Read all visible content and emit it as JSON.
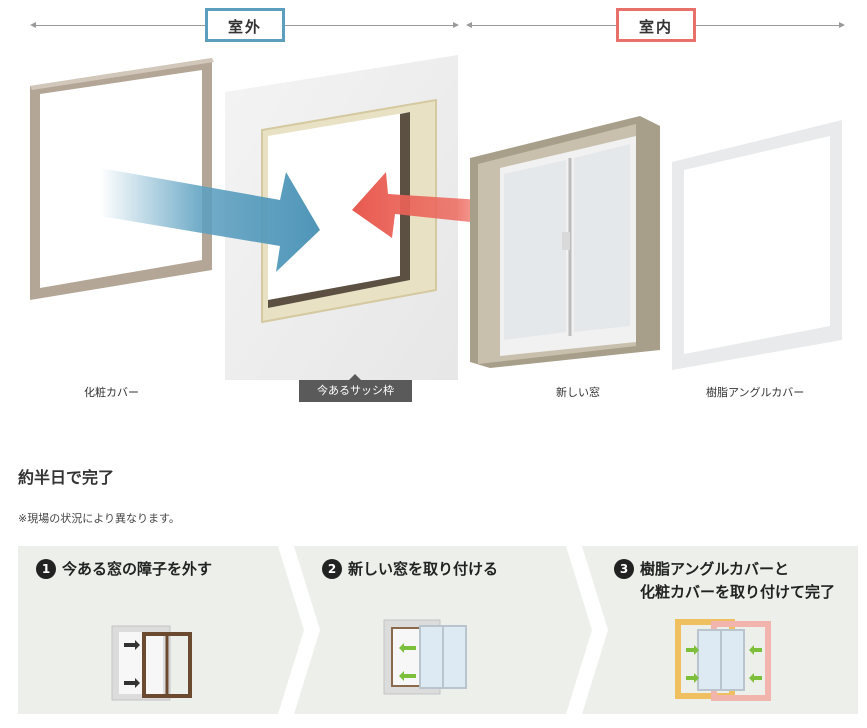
{
  "header": {
    "outdoor_label": "室外",
    "indoor_label": "室内"
  },
  "diagram": {
    "parts": [
      {
        "caption": "化粧カバー"
      },
      {
        "caption": "今あるサッシ枠"
      },
      {
        "caption": "新しい窓"
      },
      {
        "caption": "樹脂アングルカバー"
      }
    ],
    "colors": {
      "outdoor_accent": "#5b9fbd",
      "indoor_accent": "#e8706a",
      "cold_arrow": "#5a9fc0",
      "warm_arrow": "#ec6a5f"
    }
  },
  "section": {
    "title": "約半日で完了",
    "note": "※現場の状況により異なります。"
  },
  "steps": [
    {
      "number": "1",
      "text": "今ある窓の障子を外す"
    },
    {
      "number": "2",
      "text": "新しい窓を取り付ける"
    },
    {
      "number": "3",
      "line1": "樹脂アングルカバーと",
      "line2": "化粧カバーを取り付けて完了"
    }
  ]
}
